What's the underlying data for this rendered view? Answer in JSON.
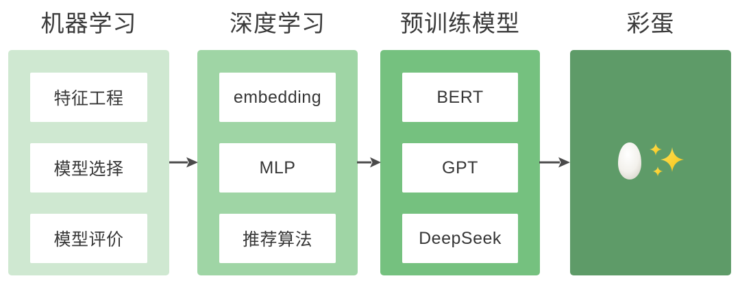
{
  "diagram": {
    "background": "#ffffff",
    "title_color": "#3b3b3b",
    "item_text_color": "#363636",
    "item_bg": "#ffffff",
    "arrow_color": "#4a4a4a",
    "stages": [
      {
        "title": "机器学习",
        "panel_color": "#cfe8d1",
        "items": [
          "特征工程",
          "模型选择",
          "模型评价"
        ]
      },
      {
        "title": "深度学习",
        "panel_color": "#9fd5a5",
        "items": [
          "embedding",
          "MLP",
          "推荐算法"
        ]
      },
      {
        "title": "预训练模型",
        "panel_color": "#75c17f",
        "items": [
          "BERT",
          "GPT",
          "DeepSeek"
        ]
      },
      {
        "title": "彩蛋",
        "panel_color": "#5e9b68",
        "items": [],
        "icons": [
          {
            "name": "egg-icon",
            "glyph": "🥚",
            "color": "#f3f1ec"
          },
          {
            "name": "sparkles-icon",
            "glyph": "✨",
            "color": "#fcd53f"
          }
        ]
      }
    ]
  }
}
